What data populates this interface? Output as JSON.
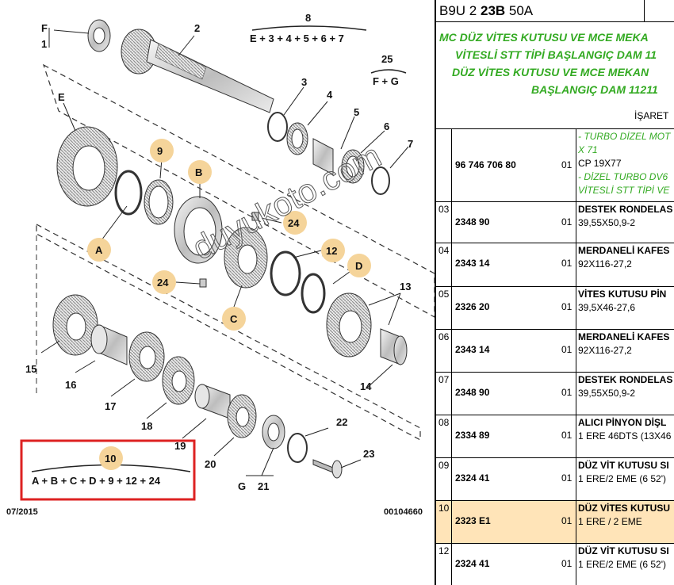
{
  "diagram": {
    "labels": {
      "F": "F",
      "one": "1",
      "two": "2",
      "eight": "8",
      "eight_formula": "E + 3 + 4 + 5 + 6 + 7",
      "twentyfive": "25",
      "twentyfive_formula": "F + G",
      "three": "3",
      "four": "4",
      "five": "5",
      "six": "6",
      "seven": "7",
      "E": "E",
      "nine": "9",
      "B": "B",
      "twentyfour_a": "24",
      "A": "A",
      "twelve": "12",
      "D": "D",
      "twentyfour_b": "24",
      "thirteen": "13",
      "C": "C",
      "fifteen": "15",
      "sixteen": "16",
      "seventeen": "17",
      "eighteen": "18",
      "nineteen": "19",
      "twenty": "20",
      "fourteen": "14",
      "twentytwo": "22",
      "twentythree": "23",
      "G": "G",
      "twentyone": "21",
      "ten": "10",
      "ten_formula": "A + B + C + D + 9 + 12 + 24"
    },
    "date": "07/2015",
    "code": "00104660",
    "watermark": "duyukoto.com",
    "highlight_color": "#f5d49a",
    "frame_color": "#dd2222"
  },
  "panel": {
    "ref_prefix": "B9U 2 ",
    "ref_bold": "23B",
    "ref_suffix": " 50A",
    "green_lines": [
      "MC DÜZ VİTES KUTUSU VE MCE MEKA",
      "VİTESLİ STT TİPİ BAŞLANGIÇ DAM 11",
      "DÜZ VİTES KUTUSU VE MCE MEKAN",
      "BAŞLANGIÇ DAM 11211"
    ],
    "isaret": "İŞARET",
    "rows": [
      {
        "idx": "",
        "num": "96 746 706 80",
        "qty": "01",
        "lines": [
          {
            "t": "- TURBO DİZEL MOT",
            "s": "g"
          },
          {
            "t": "X 71",
            "s": "g"
          },
          {
            "t": "CP 19X77",
            "s": ""
          },
          {
            "t": "- DİZEL TURBO DV6",
            "s": "g"
          },
          {
            "t": "VİTESLİ STT TİPİ VE",
            "s": "g"
          }
        ]
      },
      {
        "idx": "03",
        "num": "2348 90",
        "qty": "01",
        "lines": [
          {
            "t": "DESTEK RONDELAS",
            "s": "b"
          },
          {
            "t": "39,55X50,9-2",
            "s": ""
          }
        ]
      },
      {
        "idx": "04",
        "num": "2343 14",
        "qty": "01",
        "lines": [
          {
            "t": "MERDANELİ KAFES",
            "s": "b"
          },
          {
            "t": "92X116-27,2",
            "s": ""
          }
        ]
      },
      {
        "idx": "05",
        "num": "2326 20",
        "qty": "01",
        "lines": [
          {
            "t": "VİTES KUTUSU PİN",
            "s": "b"
          },
          {
            "t": "39,5X46-27,6",
            "s": ""
          }
        ]
      },
      {
        "idx": "06",
        "num": "2343 14",
        "qty": "01",
        "lines": [
          {
            "t": "MERDANELİ KAFES",
            "s": "b"
          },
          {
            "t": "92X116-27,2",
            "s": ""
          }
        ]
      },
      {
        "idx": "07",
        "num": "2348 90",
        "qty": "01",
        "lines": [
          {
            "t": "DESTEK RONDELAS",
            "s": "b"
          },
          {
            "t": "39,55X50,9-2",
            "s": ""
          }
        ]
      },
      {
        "idx": "08",
        "num": "2334 89",
        "qty": "01",
        "lines": [
          {
            "t": "ALICI PİNYON DİŞL",
            "s": "b"
          },
          {
            "t": "1 ERE 46DTS (13X46",
            "s": ""
          }
        ]
      },
      {
        "idx": "09",
        "num": "2324 41",
        "qty": "01",
        "lines": [
          {
            "t": "DÜZ VİT KUTUSU SI",
            "s": "b"
          },
          {
            "t": "1 ERE/2 EME (6 52')",
            "s": ""
          }
        ]
      },
      {
        "idx": "10",
        "num": "2323 E1",
        "qty": "01",
        "highlight": true,
        "lines": [
          {
            "t": "DÜZ VİTES KUTUSU",
            "s": "b"
          },
          {
            "t": "1 ERE / 2 EME",
            "s": ""
          }
        ]
      },
      {
        "idx": "12",
        "num": "2324 41",
        "qty": "01",
        "lines": [
          {
            "t": "DÜZ VİT KUTUSU SI",
            "s": "b"
          },
          {
            "t": "1 ERE/2 EME (6 52')",
            "s": ""
          }
        ]
      }
    ]
  }
}
